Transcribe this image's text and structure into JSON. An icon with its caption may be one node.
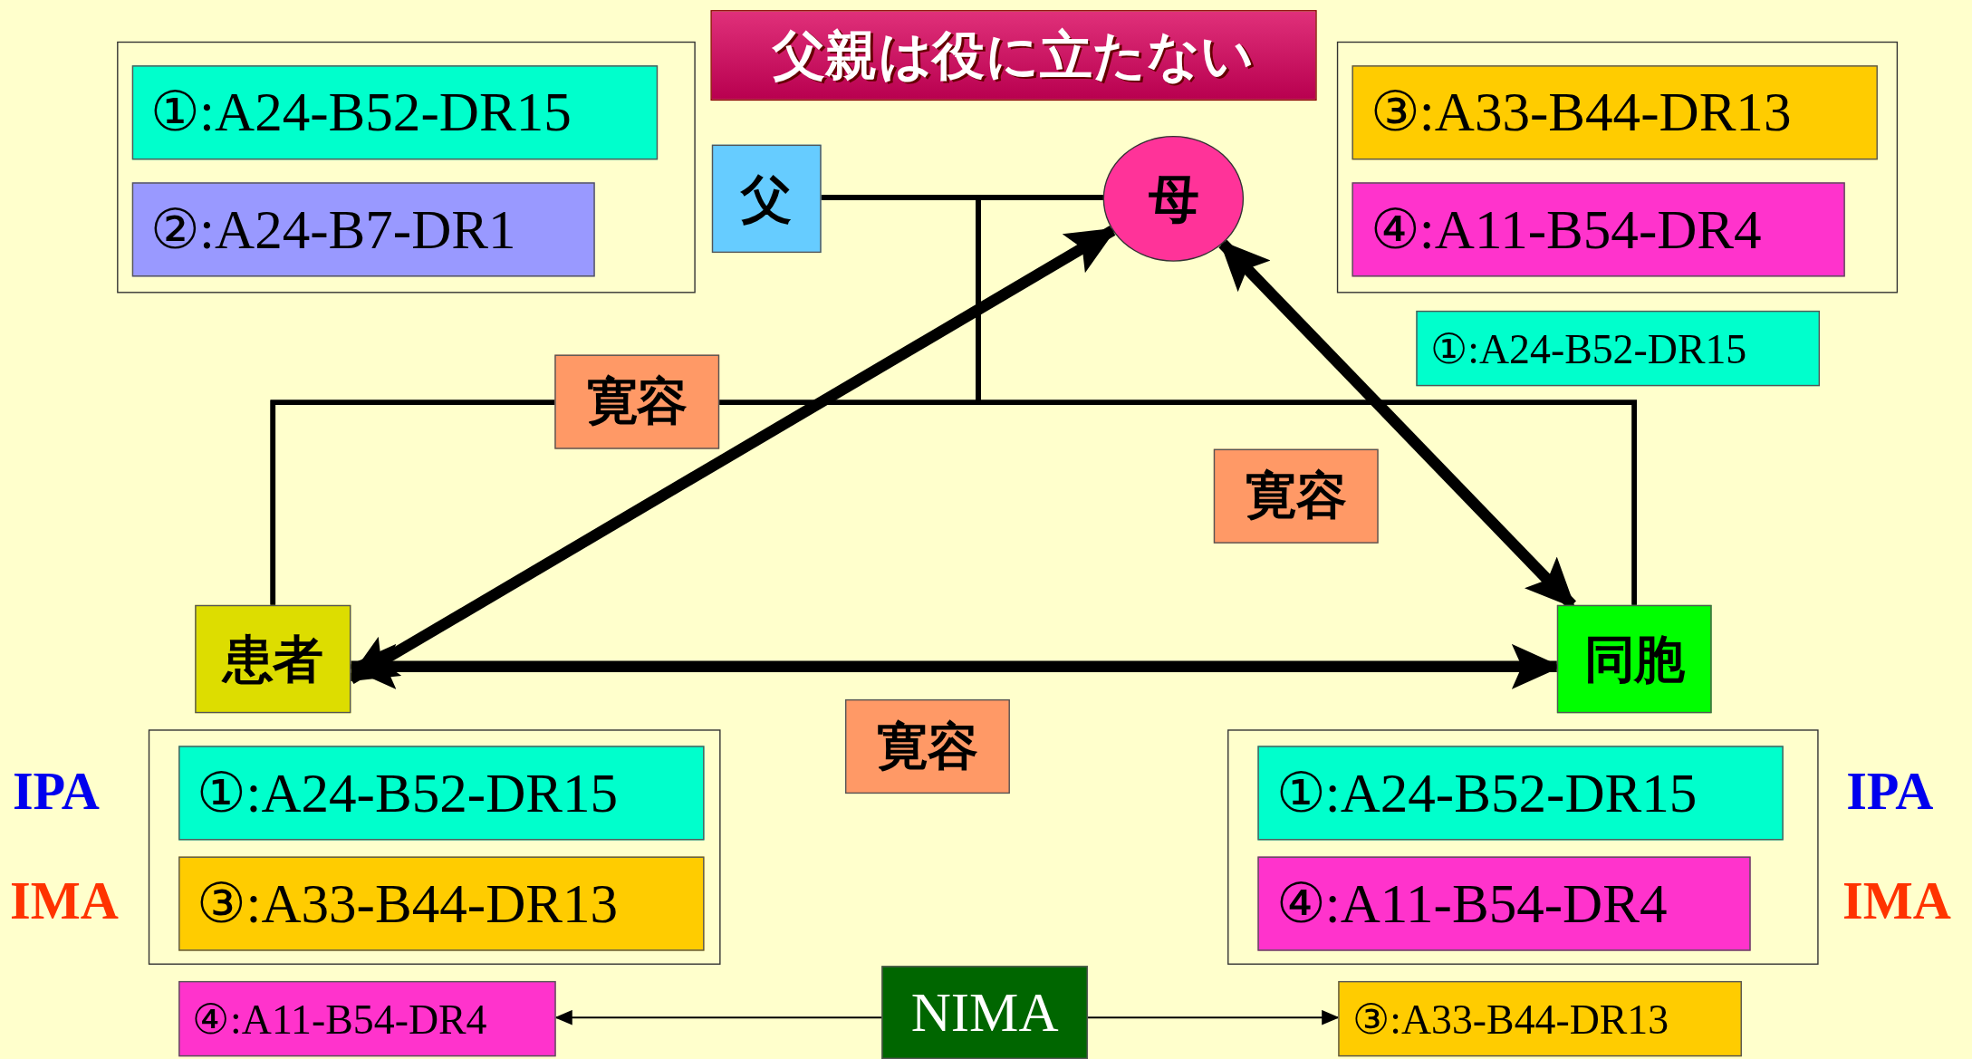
{
  "diagram": {
    "title": "父親は役に立たない",
    "nodes": [
      {
        "text": [],
        "shape": "box"
      },
      {
        "text": [
          "①:A24-B52-DR15"
        ],
        "in": 0
      },
      {
        "text": [
          "②:A24-B7-DR1"
        ],
        "in": 0
      },
      {
        "text": [
          "父"
        ]
      },
      {
        "text": [
          "母"
        ]
      },
      {
        "text": [],
        "shape": "box"
      },
      {
        "text": [
          "③:A33-B44-DR13"
        ],
        "in": 5
      },
      {
        "text": [
          "④:A11-B54-DR4"
        ],
        "in": 5
      },
      {
        "text": [
          "①:A24-B52-DR15"
        ]
      },
      {
        "text": [
          "患者"
        ]
      },
      {
        "text": [
          "同胞"
        ]
      },
      {
        "text": [],
        "shape": "box"
      },
      {
        "text": [
          "①:A24-B52-DR15"
        ],
        "in": 11
      },
      {
        "text": [
          "③:A33-B44-DR13"
        ],
        "in": 11
      },
      {
        "text": [],
        "shape": "box"
      },
      {
        "text": [
          "①:A24-B52-DR15"
        ],
        "in": 14
      },
      {
        "text": [
          "④:A11-B54-DR4"
        ],
        "in": 14
      },
      {
        "text": [
          "④:A11-B54-DR4"
        ]
      },
      {
        "text": [
          "NIMA"
        ]
      },
      {
        "text": [
          "③:A33-B44-DR13"
        ]
      }
    ],
    "edges": [
      {
        "from": 3,
        "to": 4,
        "arrow": "none"
      },
      {
        "from": 3,
        "to": 9,
        "arrow": "none"
      },
      {
        "from": 4,
        "to": 9,
        "arrow": "none"
      },
      {
        "from": 3,
        "to": 10,
        "arrow": "none"
      },
      {
        "from": 4,
        "to": 10,
        "arrow": "none"
      },
      {
        "from": 9,
        "to": 4,
        "arrow": "both",
        "label": "寛容",
        "style": "thick"
      },
      {
        "from": 4,
        "to": 10,
        "arrow": "both",
        "label": "寛容",
        "style": "thick"
      },
      {
        "from": 9,
        "to": 10,
        "arrow": "both",
        "label": "寛容",
        "style": "thick"
      },
      {
        "from": 18,
        "to": 17,
        "arrow": "to"
      },
      {
        "from": 18,
        "to": 19,
        "arrow": "to"
      }
    ],
    "labels": [
      "IPA",
      "IMA",
      "IPA",
      "IMA"
    ]
  }
}
